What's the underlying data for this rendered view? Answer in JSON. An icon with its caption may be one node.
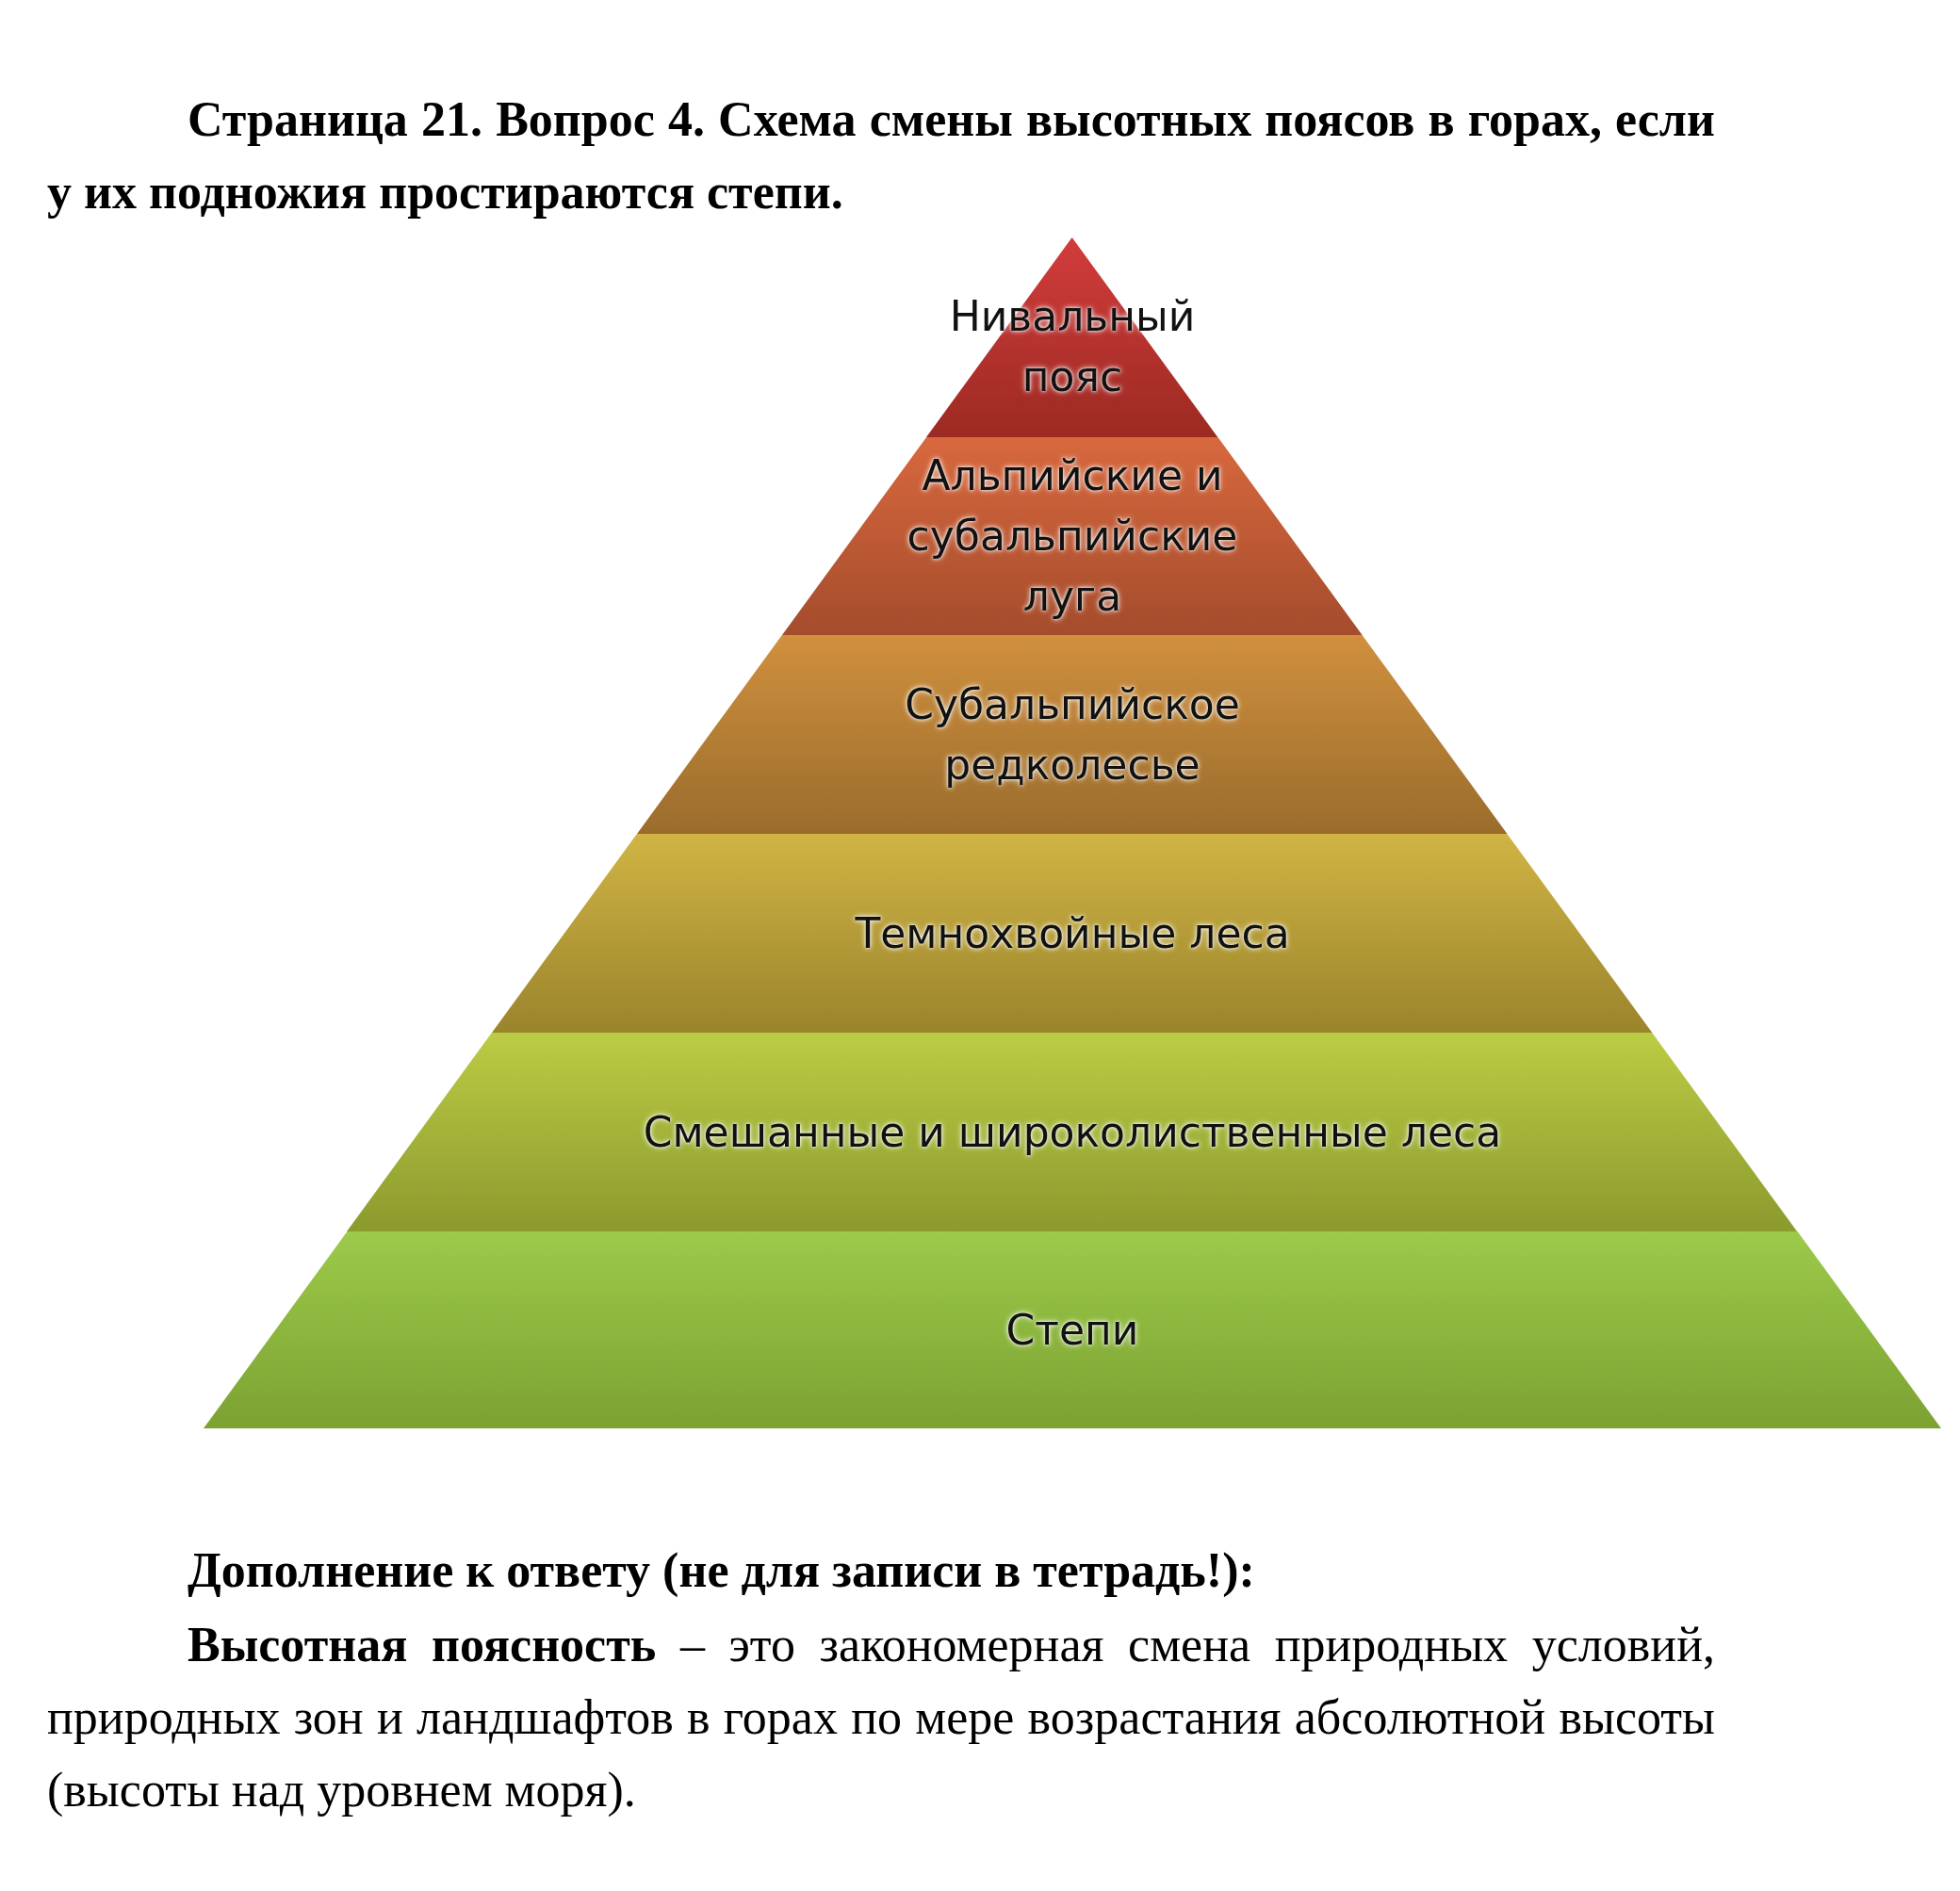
{
  "diagram": {
    "title": "Страница 21. Вопрос 4. Схема смены высотных поясов в горах, если у их подножия простираются степи.",
    "nodes": [
      {
        "text": [
          "Нивальный пояс"
        ]
      },
      {
        "text": [
          "Альпийские и субальпийские луга"
        ]
      },
      {
        "text": [
          "Субальпийское редколесье"
        ]
      },
      {
        "text": [
          "Темнохвойные леса"
        ]
      },
      {
        "text": [
          "Смешанные и широколиственные леса"
        ]
      },
      {
        "text": [
          "Степи"
        ]
      }
    ],
    "labels": [
      "Дополнение к ответу (не для записи в тетрадь!):",
      "**Высотная поясность** – это закономерная смена природных условий, природных зон и ландшафтов в горах по мере возрастания абсолютной высоты (высоты над уровнем моря)."
    ]
  }
}
